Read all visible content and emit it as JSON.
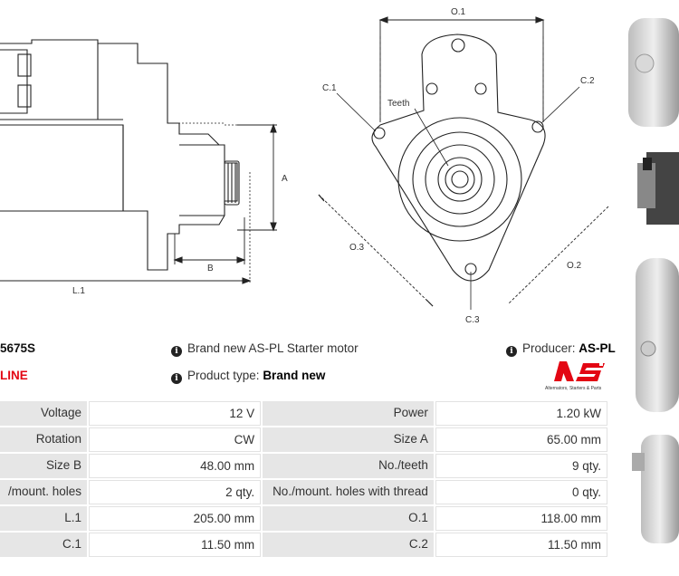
{
  "drawing": {
    "dims": {
      "O1": "O.1",
      "O2": "O.2",
      "O3": "O.3",
      "C1": "C.1",
      "C2": "C.2",
      "C3": "C.3",
      "A": "A",
      "B": "B",
      "L1": "L.1",
      "teeth": "Teeth"
    }
  },
  "product": {
    "part_number": "5675S",
    "line_label": "LINE",
    "condition_text": "Brand new AS-PL Starter motor",
    "producer_label": "Producer:",
    "producer_value": "AS-PL",
    "type_label": "Product type:",
    "type_value": "Brand new"
  },
  "logo": {
    "mark": "AS",
    "tagline": "Alternators, Starters & Parts",
    "color": "#e30613"
  },
  "specs": [
    {
      "l1": "Voltage",
      "v1": "12 V",
      "l2": "Power",
      "v2": "1.20 kW"
    },
    {
      "l1": "Rotation",
      "v1": "CW",
      "l2": "Size A",
      "v2": "65.00 mm"
    },
    {
      "l1": "Size B",
      "v1": "48.00 mm",
      "l2": "No./teeth",
      "v2": "9 qty."
    },
    {
      "l1": "/mount. holes",
      "v1": "2 qty.",
      "l2": "No./mount. holes with thread",
      "v2": "0 qty."
    },
    {
      "l1": "L.1",
      "v1": "205.00 mm",
      "l2": "O.1",
      "v2": "118.00 mm"
    },
    {
      "l1": "C.1",
      "v1": "11.50 mm",
      "l2": "C.2",
      "v2": "11.50 mm"
    }
  ]
}
